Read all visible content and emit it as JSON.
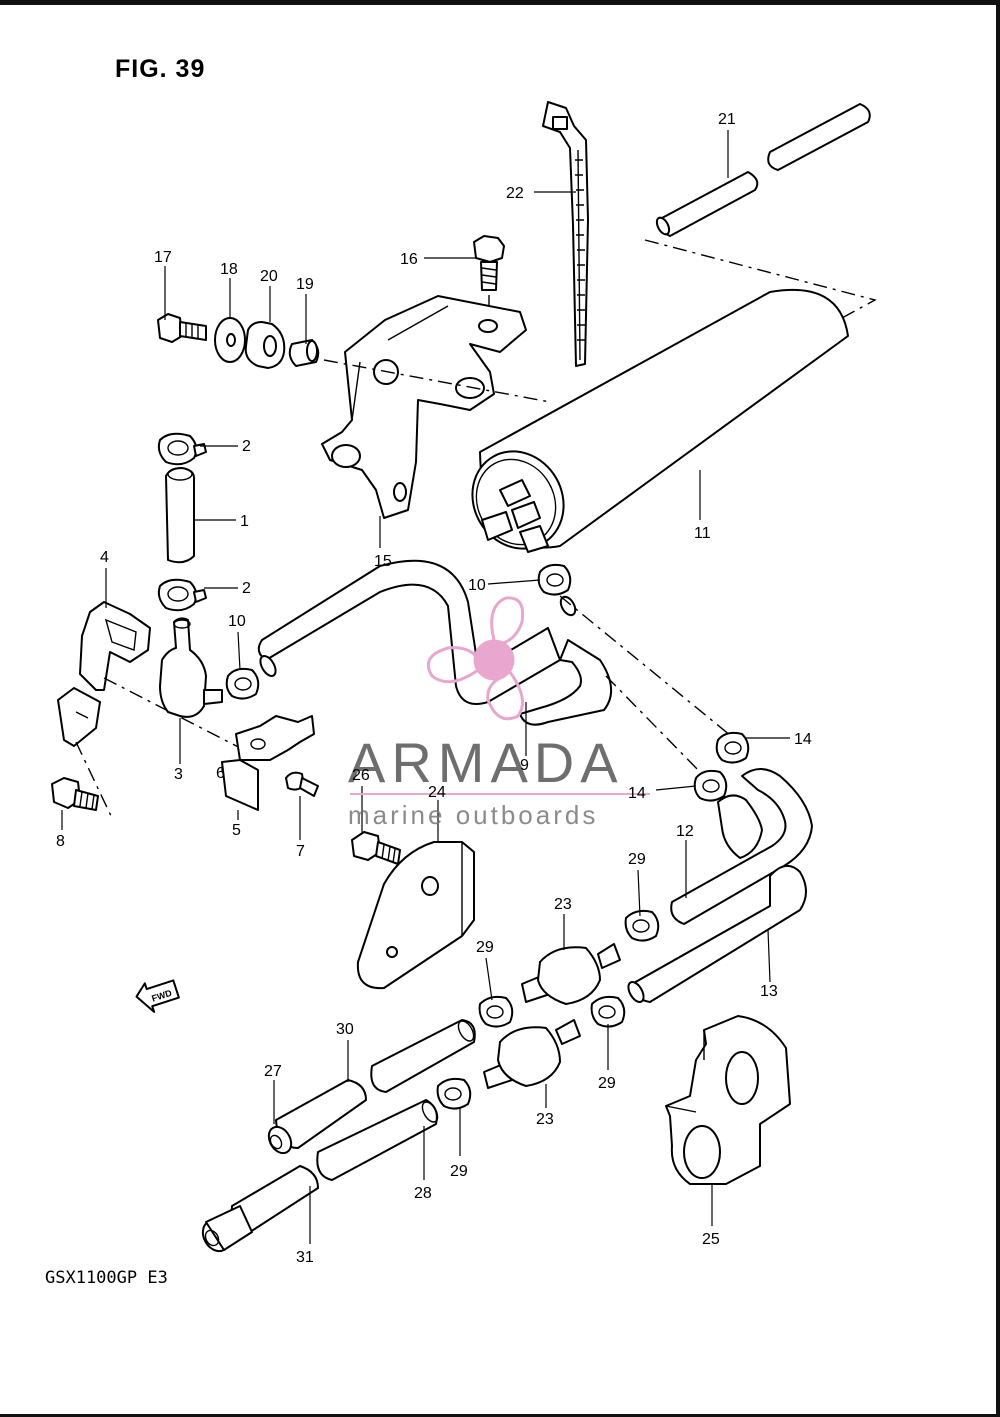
{
  "title": "FIG. 39",
  "model": "GSX1100GP  E3",
  "fwd_badge": "FWD",
  "watermark": {
    "brand": "ARMADA",
    "tagline": "marine outboards",
    "color": "#e9a6cf"
  },
  "callouts": [
    {
      "id": "c1",
      "n": "1"
    },
    {
      "id": "c2a",
      "n": "2"
    },
    {
      "id": "c2b",
      "n": "2"
    },
    {
      "id": "c3",
      "n": "3"
    },
    {
      "id": "c4",
      "n": "4"
    },
    {
      "id": "c5",
      "n": "5"
    },
    {
      "id": "c6",
      "n": "6"
    },
    {
      "id": "c7",
      "n": "7"
    },
    {
      "id": "c8",
      "n": "8"
    },
    {
      "id": "c9",
      "n": "9"
    },
    {
      "id": "c10a",
      "n": "10"
    },
    {
      "id": "c10b",
      "n": "10"
    },
    {
      "id": "c11",
      "n": "11"
    },
    {
      "id": "c12",
      "n": "12"
    },
    {
      "id": "c13",
      "n": "13"
    },
    {
      "id": "c14a",
      "n": "14"
    },
    {
      "id": "c14b",
      "n": "14"
    },
    {
      "id": "c15",
      "n": "15"
    },
    {
      "id": "c16",
      "n": "16"
    },
    {
      "id": "c17",
      "n": "17"
    },
    {
      "id": "c18",
      "n": "18"
    },
    {
      "id": "c19",
      "n": "19"
    },
    {
      "id": "c20",
      "n": "20"
    },
    {
      "id": "c21",
      "n": "21"
    },
    {
      "id": "c22",
      "n": "22"
    },
    {
      "id": "c23a",
      "n": "23"
    },
    {
      "id": "c23b",
      "n": "23"
    },
    {
      "id": "c24",
      "n": "24"
    },
    {
      "id": "c25",
      "n": "25"
    },
    {
      "id": "c26",
      "n": "26"
    },
    {
      "id": "c27",
      "n": "27"
    },
    {
      "id": "c28",
      "n": "28"
    },
    {
      "id": "c29a",
      "n": "29"
    },
    {
      "id": "c29b",
      "n": "29"
    },
    {
      "id": "c29c",
      "n": "29"
    },
    {
      "id": "c29d",
      "n": "29"
    },
    {
      "id": "c30",
      "n": "30"
    },
    {
      "id": "c31",
      "n": "31"
    }
  ]
}
